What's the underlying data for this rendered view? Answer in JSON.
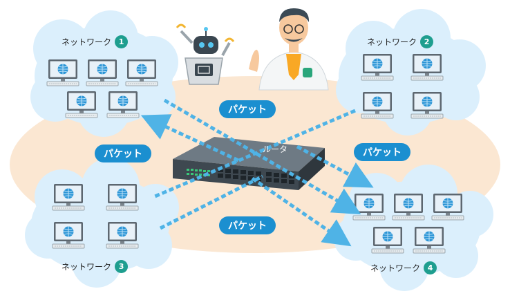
{
  "networks": [
    {
      "label": "ネットワーク",
      "number": "1"
    },
    {
      "label": "ネットワーク",
      "number": "2"
    },
    {
      "label": "ネットワーク",
      "number": "3"
    },
    {
      "label": "ネットワーク",
      "number": "4"
    }
  ],
  "packets": [
    "パケット",
    "パケット",
    "パケット",
    "パケット"
  ],
  "router": {
    "label": "ルータ"
  },
  "colors": {
    "cloud": "#dbeffc",
    "background_blob": "#fbe7d2",
    "packet_fill": "#1b8fd0",
    "arrow": "#4fb3e6",
    "number_badge": "#1e9e8f"
  }
}
